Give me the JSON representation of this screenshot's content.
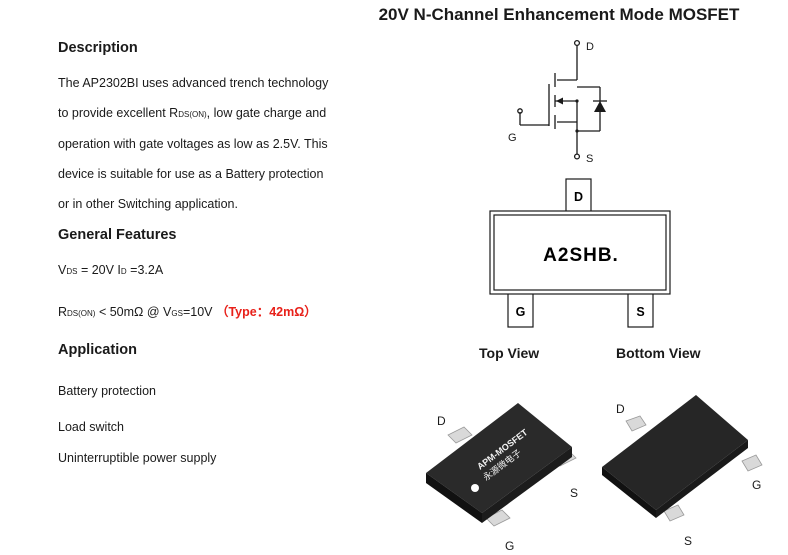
{
  "title": "20V N-Channel Enhancement Mode MOSFET",
  "description": {
    "heading": "Description",
    "lines": [
      {
        "a": "The AP2302BI uses advanced trench technology"
      },
      {
        "a": "to provide excellent R",
        "sub": "DS(ON)",
        "b": ", low gate charge and"
      },
      {
        "a": "operation with gate voltages as low as 2.5V. This"
      },
      {
        "a": "device is suitable for use as a Battery protection"
      },
      {
        "a": "or in other Switching application."
      }
    ]
  },
  "features": {
    "heading": "General Features",
    "line1": {
      "v": "V",
      "v_sub": "DS",
      "v_val": " = 20V  I",
      "i_sub": "D",
      "i_val": " =3.2A"
    },
    "line2": {
      "r": "R",
      "r_sub": "DS(ON)",
      "mid": " < 50mΩ @ V",
      "vgs_sub": "GS",
      "end": "=10V ",
      "typ": "（Type：42mΩ）"
    }
  },
  "application": {
    "heading": "Application",
    "items": [
      "Battery protection",
      "Load switch",
      "Uninterruptible power supply"
    ]
  },
  "symbol": {
    "d": "D",
    "g": "G",
    "s": "S"
  },
  "package": {
    "marking": "A2SHB.",
    "pin_d": "D",
    "pin_g": "G",
    "pin_s": "S",
    "top_view": "Top View",
    "bottom_view": "Bottom View"
  },
  "photo": {
    "brand": "APM-MOSFET",
    "brand_cn": "永源微电子",
    "left_d": "D",
    "left_s": "S",
    "left_g": "G",
    "right_d": "D",
    "right_g": "G",
    "right_s": "S"
  },
  "colors": {
    "text": "#1a1a1a",
    "accent_red": "#e8211a",
    "chip": "#222222",
    "lead": "#d9d9d9"
  }
}
